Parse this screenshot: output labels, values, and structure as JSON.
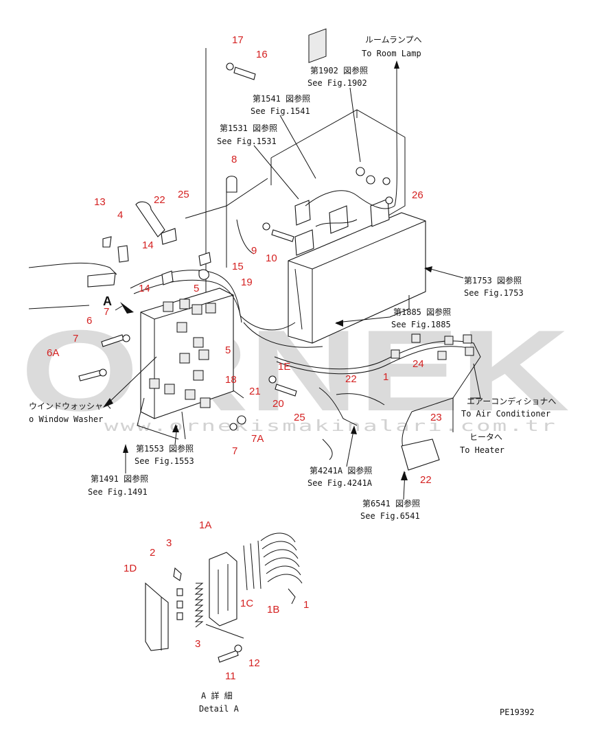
{
  "watermark": {
    "brand": "ORNEK",
    "site": "www.ornekismakinalari.com.tr"
  },
  "drawing_code": "PE19392",
  "detail": {
    "jp": "A 詳 細",
    "en": "Detail A",
    "view_letter": "A"
  },
  "references": [
    {
      "id": "room-lamp",
      "jp": "ルームランプへ",
      "en": "To Room Lamp"
    },
    {
      "id": "fig1902",
      "jp": "第1902 図参照",
      "en": "See Fig.1902"
    },
    {
      "id": "fig1541",
      "jp": "第1541 図参照",
      "en": "See Fig.1541"
    },
    {
      "id": "fig1531",
      "jp": "第1531 図参照",
      "en": "See Fig.1531"
    },
    {
      "id": "fig1753",
      "jp": "第1753 図参照",
      "en": "See Fig.1753"
    },
    {
      "id": "fig1885",
      "jp": "第1885 図参照",
      "en": "See Fig.1885"
    },
    {
      "id": "window-washer",
      "jp": "ウインドウォッシャへ",
      "en": "o Window Washer"
    },
    {
      "id": "air-conditioner",
      "jp": "エアーコンディショナへ",
      "en": "To Air Conditioner"
    },
    {
      "id": "heater",
      "jp": "ヒータへ",
      "en": "To Heater"
    },
    {
      "id": "fig1553",
      "jp": "第1553 図参照",
      "en": "See Fig.1553"
    },
    {
      "id": "fig4241a",
      "jp": "第4241A 図参照",
      "en": "See Fig.4241A"
    },
    {
      "id": "fig1491",
      "jp": "第1491 図参照",
      "en": "See Fig.1491"
    },
    {
      "id": "fig6541",
      "jp": "第6541 図参照",
      "en": "See Fig.6541"
    }
  ],
  "part_numbers": [
    "17",
    "16",
    "8",
    "13",
    "4",
    "22",
    "25",
    "14",
    "14",
    "15",
    "5",
    "9",
    "10",
    "26",
    "19",
    "7",
    "6",
    "7",
    "6A",
    "5",
    "18",
    "1E",
    "22",
    "1",
    "24",
    "21",
    "20",
    "25",
    "23",
    "7",
    "7A",
    "22",
    "1A",
    "2",
    "3",
    "1D",
    "1C",
    "1B",
    "1",
    "3",
    "12",
    "11"
  ]
}
